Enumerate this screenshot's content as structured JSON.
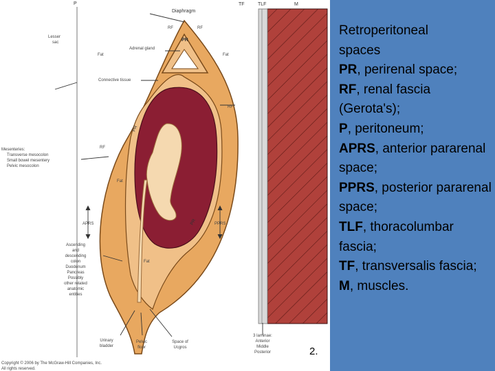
{
  "diagram": {
    "labels": {
      "p": "P",
      "tf": "TF",
      "tlf": "TLF",
      "m": "M",
      "diaphragm": "Diaphragm",
      "lesser_sac_1": "Lesser",
      "lesser_sac_2": "sac",
      "rf_top_left": "RF",
      "rf_top_right": "RF",
      "pr_top": "PR",
      "adrenal_gland": "Adrenal gland",
      "fat_left": "Fat",
      "fat_right": "Fat",
      "connective_tissue": "Connective tissue",
      "rf_right": "RF",
      "rf_left": "RF",
      "pr_left": "PR",
      "pr_right": "PR",
      "fat_mid": "Fat",
      "fat_low": "Fat",
      "mesenteries": [
        "Mesenteries:",
        "Transverse mesocolon",
        "Small bowel mesentery",
        "Pelvic mesocolon"
      ],
      "aprs": "APRS",
      "pprs": "PPRS",
      "ascending": [
        "Ascending",
        "and",
        "descending",
        "colon",
        "Duodenum",
        "Pancreas",
        "Possibly",
        "other related",
        "anatomic",
        "entities"
      ],
      "urinary_bladder": [
        "Urinary",
        "bladder"
      ],
      "pelvic_floor": [
        "Pelvic",
        "floor"
      ],
      "space_of_retzius": [
        "Space of",
        "Ucgros"
      ],
      "three_laminae": [
        "3 laminae:",
        "Anterior",
        "Middle",
        "Posterior"
      ],
      "copyright": [
        "Copyright © 2006 by The McGraw-Hill Companies, Inc.",
        "All rights reserved."
      ]
    }
  },
  "panel": {
    "title_line1": "Retroperitoneal",
    "title_line2": "spaces",
    "entries": [
      {
        "term": "PR",
        "def": ", perirenal space;"
      },
      {
        "term": "RF",
        "def": ", renal fascia (Gerota's);"
      },
      {
        "term": "P",
        "def": ", peritoneum;"
      },
      {
        "term": "APRS",
        "def": ", anterior pararenal space;"
      },
      {
        "term": "PPRS",
        "def": ", posterior pararenal space;"
      },
      {
        "term": "TLF",
        "def": ", thoracolumbar fascia;"
      },
      {
        "term": "TF",
        "def": ", transversalis fascia;"
      },
      {
        "term": "M",
        "def": ", muscles."
      }
    ],
    "colors": {
      "background": "#4f81bd",
      "muscle": "#b0413b",
      "kidney": "#8b1e33",
      "fat": "#e8a860"
    }
  },
  "slide_number": "2."
}
